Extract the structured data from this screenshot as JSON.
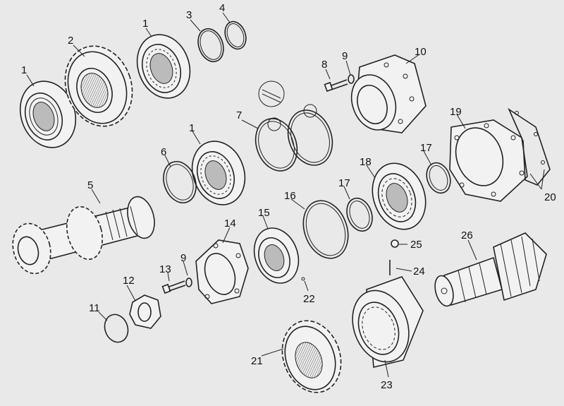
{
  "labels": {
    "l1a": "1",
    "l1b": "1",
    "l1c": "1",
    "l2": "2",
    "l3": "3",
    "l4": "4",
    "l5": "5",
    "l6": "6",
    "l7": "7",
    "l8": "8",
    "l9a": "9",
    "l9b": "9",
    "l10": "10",
    "l11": "11",
    "l12": "12",
    "l13": "13",
    "l14": "14",
    "l15": "15",
    "l16": "16",
    "l17a": "17",
    "l17b": "17",
    "l18": "18",
    "l19": "19",
    "l20": "20",
    "l21": "21",
    "l22": "22",
    "l23": "23",
    "l24": "24",
    "l25": "25",
    "l26": "26"
  }
}
